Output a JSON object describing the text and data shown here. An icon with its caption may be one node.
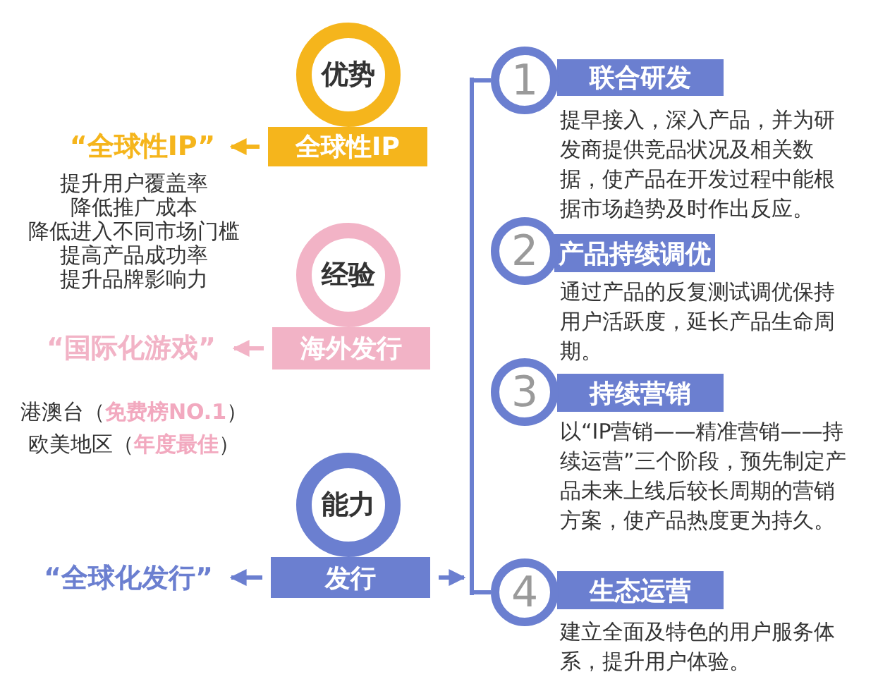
{
  "diagram": {
    "nodes": [
      {
        "text": [
          "优势"
        ]
      },
      {
        "text": [
          "全球性IP"
        ]
      },
      {
        "text": [
          "“全球性IP”"
        ]
      },
      {
        "text": [
          "经验"
        ]
      },
      {
        "text": [
          "海外发行"
        ]
      },
      {
        "text": [
          "“国际化游戏”"
        ]
      },
      {
        "text": [
          "能力"
        ]
      },
      {
        "text": [
          "发行"
        ]
      },
      {
        "text": [
          "“全球化发行”"
        ]
      },
      {
        "text": [
          "1"
        ]
      },
      {
        "text": [
          "联合研发"
        ],
        "beside": [
          "提早接入，深入产品，并为研发商提供竞品状况及相关数据，使产品在开发过程中能根据市场趋势及时作出反应。"
        ]
      },
      {
        "text": [
          "2"
        ]
      },
      {
        "text": [
          "产品持续调优"
        ],
        "beside": [
          "通过产品的反复测试调优保持用户活跃度，延长产品生命周期。"
        ]
      },
      {
        "text": [
          "3"
        ]
      },
      {
        "text": [
          "持续营销"
        ],
        "beside": [
          "以“IP营销——精准营销——持续运营”三个阶段，预先制定产品未来上线后较长周期的营销方案，使产品热度更为持久。"
        ]
      },
      {
        "text": [
          "4"
        ]
      },
      {
        "text": [
          "生态运营"
        ],
        "beside": [
          "建立全面及特色的用户服务体系，提升用户体验。"
        ]
      },
      {
        "text": [],
        "shape": "bar"
      }
    ],
    "edges": [
      {
        "from": 1,
        "to": 2,
        "arrow": "to",
        "color": "#f5b51c"
      },
      {
        "from": 4,
        "to": 5,
        "arrow": "to",
        "color": "#f2b3c6"
      },
      {
        "from": 7,
        "to": 8,
        "arrow": "to",
        "color": "#6b7fd0"
      },
      {
        "from": 7,
        "to": 17,
        "arrow": "to",
        "color": "#6b7fd0"
      },
      {
        "from": 17,
        "to": 9,
        "arrow": "none",
        "color": "#6b7fd0"
      },
      {
        "from": 17,
        "to": 15,
        "arrow": "none",
        "color": "#6b7fd0"
      }
    ],
    "labels": [
      "提升用户覆盖率",
      "降低推广成本",
      "降低进入不同市场门槛",
      "提高产品成功率",
      "提升品牌影响力",
      "港澳台（**免费榜NO.1**）",
      "欧美地区（**年度最佳**）"
    ]
  }
}
